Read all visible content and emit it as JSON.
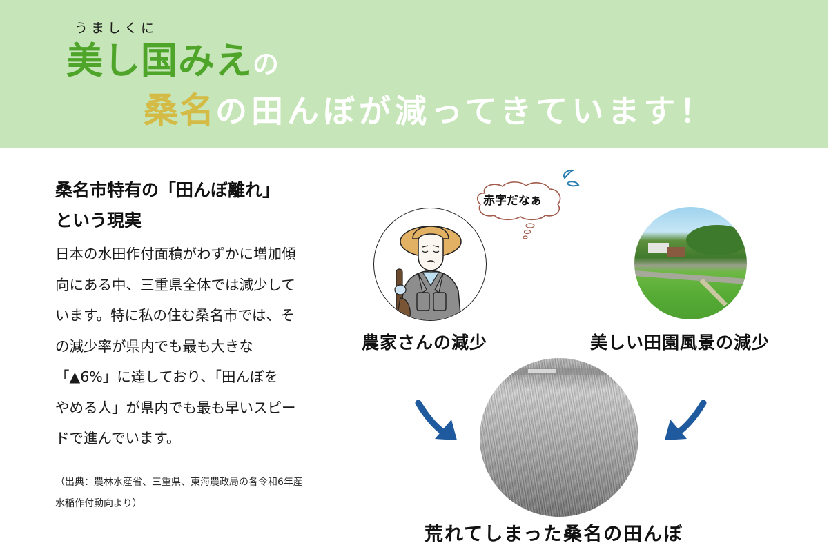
{
  "header": {
    "ruby": "うましくに",
    "title_line1_highlight": "美し国みえ",
    "title_line1_suffix": "の",
    "title_line2_highlight": "桑名",
    "title_line2_rest": "の田んぼが減ってきています！",
    "colors": {
      "background": "#c6e5b8",
      "green": "#4ea52a",
      "gold": "#d4bb45",
      "white": "#ffffff"
    }
  },
  "article": {
    "heading_line1": "桑名市特有の「田んぼ離れ」",
    "heading_line2": "という現実",
    "body_lines": [
      "日本の水田作付面積がわずかに増加傾",
      "向にある中、三重県全体では減少して",
      "います。特に私の住む桑名市では、そ",
      "の減少率が県内でも最も大きな",
      "「▲6%」に達しており、「田んぼを",
      "やめる人」が県内でも最も早いスピー",
      "ドで進んでいます。"
    ],
    "source_line1": "（出典：農林水産省、三重県、東海農政局の各令和6年産",
    "source_line2": "水稲作付動向より）"
  },
  "diagram": {
    "thought_bubble": "赤字だなぁ",
    "farmer_label": "農家さんの減少",
    "landscape_label": "美しい田園風景の減少",
    "result_label": "荒れてしまった桑名の田んぼ",
    "arrow_color": "#1f5a9e"
  }
}
